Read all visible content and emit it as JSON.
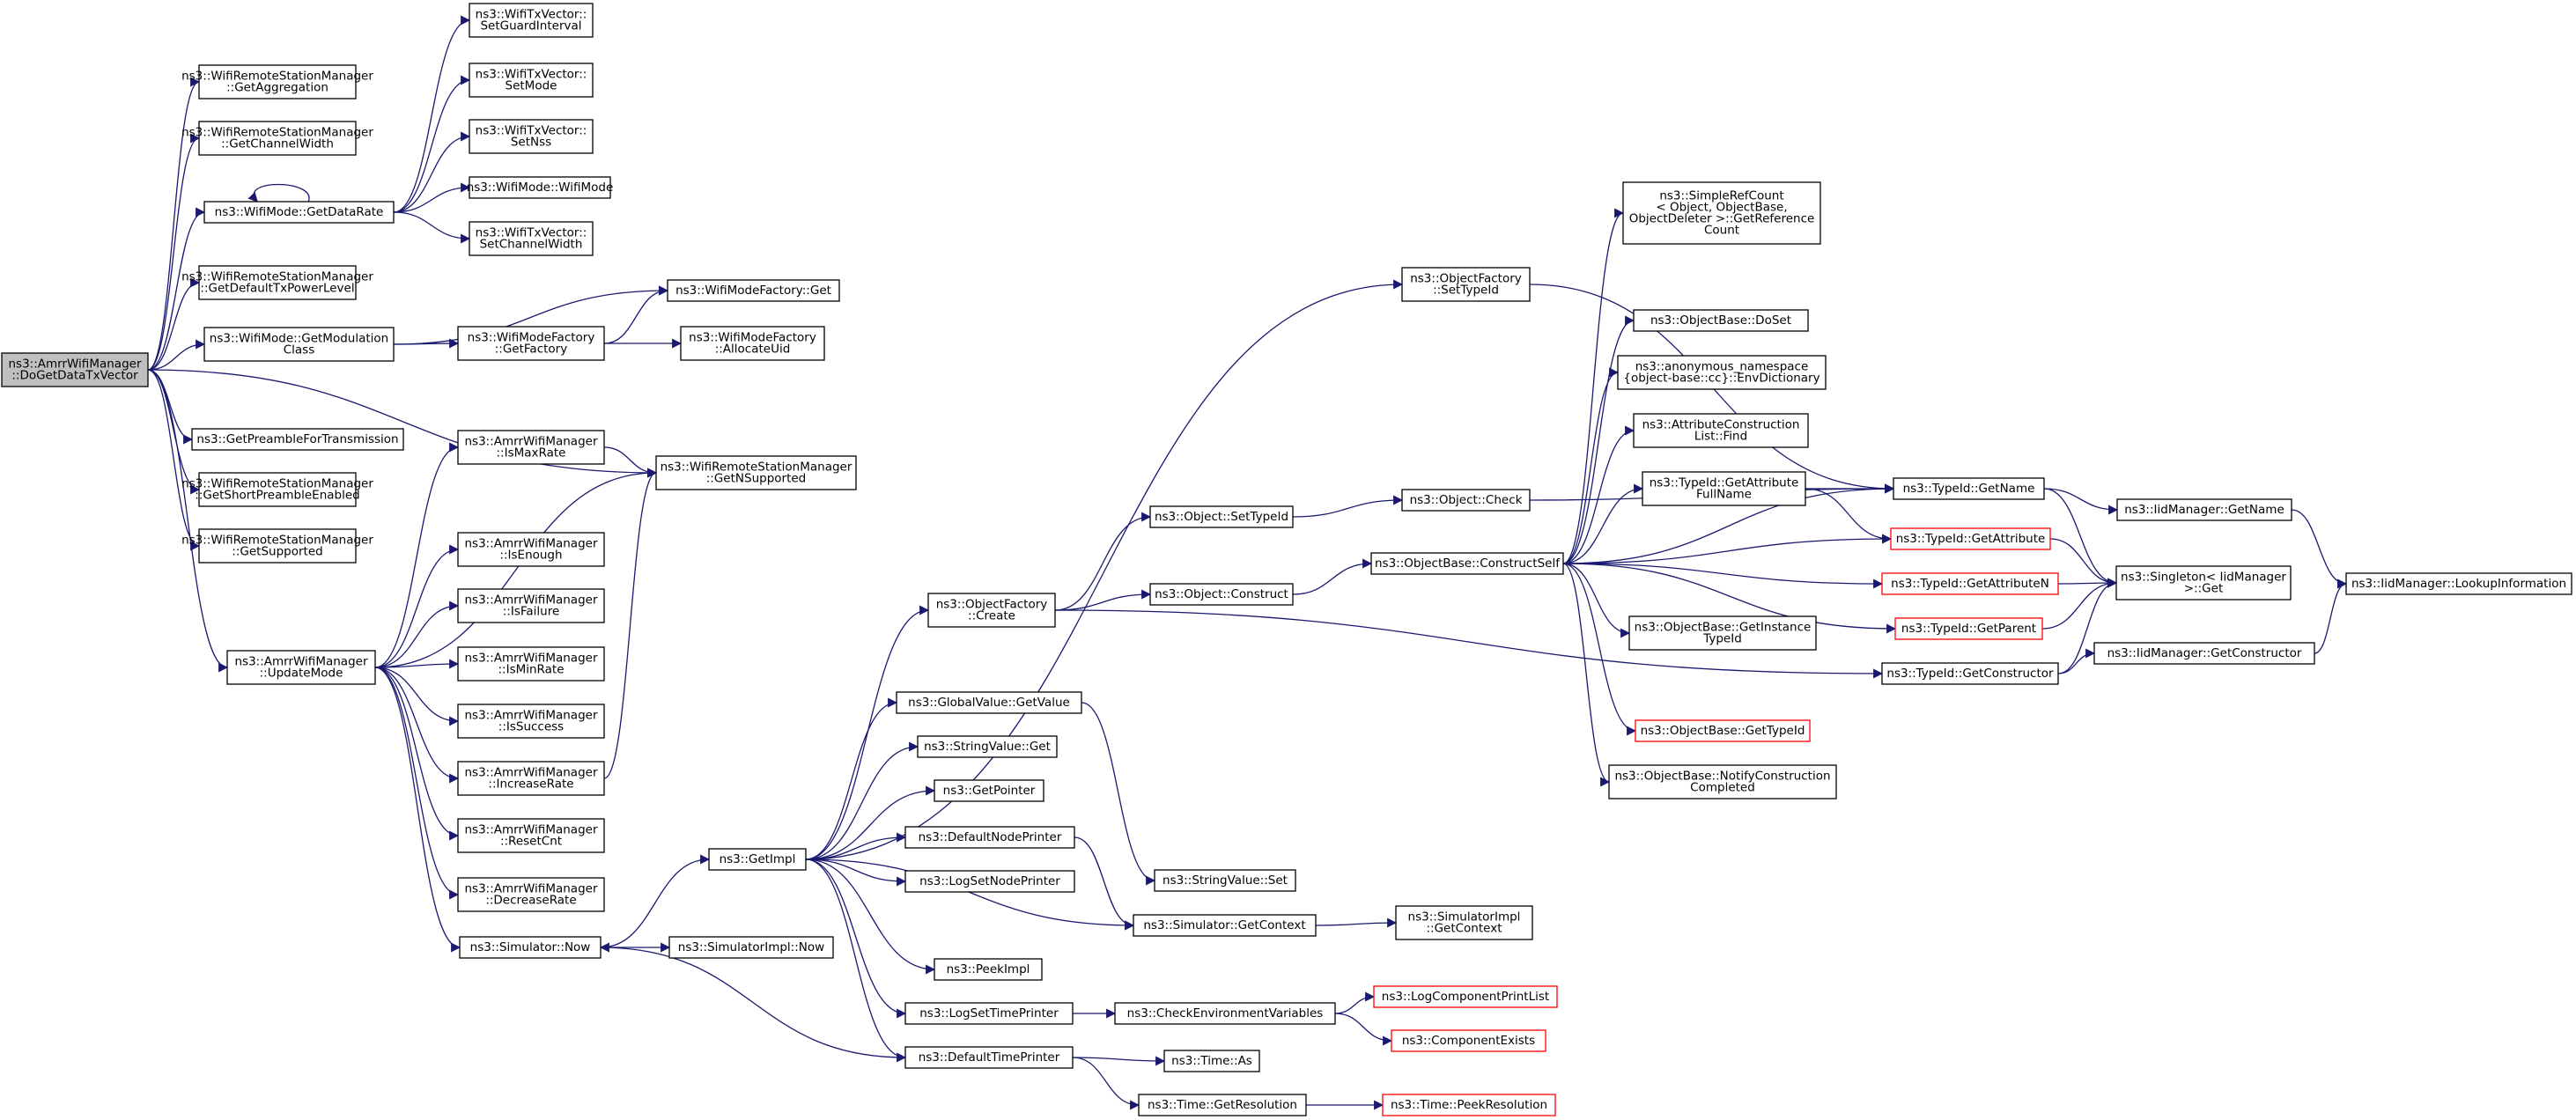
{
  "graph": {
    "colors": {
      "edge": "#191970",
      "node_border": "#000000",
      "node_border_truncated": "#ff0000",
      "root_fill": "#bfbfbf",
      "node_fill": "#ffffff"
    },
    "nodes": [
      {
        "id": "root",
        "lines": [
          "ns3::AmrrWifiManager",
          "::DoGetDataTxVector"
        ],
        "root": true
      },
      {
        "id": "getAggregation",
        "lines": [
          "ns3::WifiRemoteStationManager",
          "::GetAggregation"
        ]
      },
      {
        "id": "getChannelWidth",
        "lines": [
          "ns3::WifiRemoteStationManager",
          "::GetChannelWidth"
        ]
      },
      {
        "id": "getDataRate",
        "lines": [
          "ns3::WifiMode::GetDataRate"
        ]
      },
      {
        "id": "setGuardInterval",
        "lines": [
          "ns3::WifiTxVector::",
          "SetGuardInterval"
        ]
      },
      {
        "id": "setMode",
        "lines": [
          "ns3::WifiTxVector::",
          "SetMode"
        ]
      },
      {
        "id": "setNss",
        "lines": [
          "ns3::WifiTxVector::",
          "SetNss"
        ]
      },
      {
        "id": "wifiModeCtor",
        "lines": [
          "ns3::WifiMode::WifiMode"
        ]
      },
      {
        "id": "setChannelWidth",
        "lines": [
          "ns3::WifiTxVector::",
          "SetChannelWidth"
        ]
      },
      {
        "id": "getDefaultTxPower",
        "lines": [
          "ns3::WifiRemoteStationManager",
          "::GetDefaultTxPowerLevel"
        ]
      },
      {
        "id": "getModulationClass",
        "lines": [
          "ns3::WifiMode::GetModulation",
          "Class"
        ]
      },
      {
        "id": "getFactory",
        "lines": [
          "ns3::WifiModeFactory",
          "::GetFactory"
        ]
      },
      {
        "id": "wmfGet",
        "lines": [
          "ns3::WifiModeFactory::Get"
        ]
      },
      {
        "id": "allocateUid",
        "lines": [
          "ns3::WifiModeFactory",
          "::AllocateUid"
        ]
      },
      {
        "id": "getPreamble",
        "lines": [
          "ns3::GetPreambleForTransmission"
        ]
      },
      {
        "id": "getShortPreamble",
        "lines": [
          "ns3::WifiRemoteStationManager",
          "::GetShortPreambleEnabled"
        ]
      },
      {
        "id": "getSupported",
        "lines": [
          "ns3::WifiRemoteStationManager",
          "::GetSupported"
        ]
      },
      {
        "id": "updateMode",
        "lines": [
          "ns3::AmrrWifiManager",
          "::UpdateMode"
        ]
      },
      {
        "id": "isMaxRate",
        "lines": [
          "ns3::AmrrWifiManager",
          "::IsMaxRate"
        ]
      },
      {
        "id": "getNSupported",
        "lines": [
          "ns3::WifiRemoteStationManager",
          "::GetNSupported"
        ]
      },
      {
        "id": "isEnough",
        "lines": [
          "ns3::AmrrWifiManager",
          "::IsEnough"
        ]
      },
      {
        "id": "isFailure",
        "lines": [
          "ns3::AmrrWifiManager",
          "::IsFailure"
        ]
      },
      {
        "id": "isMinRate",
        "lines": [
          "ns3::AmrrWifiManager",
          "::IsMinRate"
        ]
      },
      {
        "id": "isSuccess",
        "lines": [
          "ns3::AmrrWifiManager",
          "::IsSuccess"
        ]
      },
      {
        "id": "increaseRate",
        "lines": [
          "ns3::AmrrWifiManager",
          "::IncreaseRate"
        ]
      },
      {
        "id": "resetCnt",
        "lines": [
          "ns3::AmrrWifiManager",
          "::ResetCnt"
        ]
      },
      {
        "id": "decreaseRate",
        "lines": [
          "ns3::AmrrWifiManager",
          "::DecreaseRate"
        ]
      },
      {
        "id": "simNow",
        "lines": [
          "ns3::Simulator::Now"
        ]
      },
      {
        "id": "simImplNow",
        "lines": [
          "ns3::SimulatorImpl::Now"
        ]
      },
      {
        "id": "getImpl",
        "lines": [
          "ns3::GetImpl"
        ]
      },
      {
        "id": "ofCreate",
        "lines": [
          "ns3::ObjectFactory",
          "::Create"
        ]
      },
      {
        "id": "gvGetValue",
        "lines": [
          "ns3::GlobalValue::GetValue"
        ]
      },
      {
        "id": "svGet",
        "lines": [
          "ns3::StringValue::Get"
        ]
      },
      {
        "id": "getPointer",
        "lines": [
          "ns3::GetPointer"
        ]
      },
      {
        "id": "defaultNodePrinter",
        "lines": [
          "ns3::DefaultNodePrinter"
        ]
      },
      {
        "id": "logSetNodePrinter",
        "lines": [
          "ns3::LogSetNodePrinter"
        ]
      },
      {
        "id": "peekImpl",
        "lines": [
          "ns3::PeekImpl"
        ]
      },
      {
        "id": "logSetTimePrinter",
        "lines": [
          "ns3::LogSetTimePrinter"
        ]
      },
      {
        "id": "defaultTimePrinter",
        "lines": [
          "ns3::DefaultTimePrinter"
        ]
      },
      {
        "id": "svSet",
        "lines": [
          "ns3::StringValue::Set"
        ]
      },
      {
        "id": "simGetContext",
        "lines": [
          "ns3::Simulator::GetContext"
        ]
      },
      {
        "id": "simImplGetContext",
        "lines": [
          "ns3::SimulatorImpl",
          "::GetContext"
        ]
      },
      {
        "id": "checkEnv",
        "lines": [
          "ns3::CheckEnvironmentVariables"
        ]
      },
      {
        "id": "logCompPrintList",
        "lines": [
          "ns3::LogComponentPrintList"
        ],
        "truncated": true
      },
      {
        "id": "componentExists",
        "lines": [
          "ns3::ComponentExists"
        ],
        "truncated": true
      },
      {
        "id": "timeAs",
        "lines": [
          "ns3::Time::As"
        ]
      },
      {
        "id": "timeGetResolution",
        "lines": [
          "ns3::Time::GetResolution"
        ]
      },
      {
        "id": "timePeekResolution",
        "lines": [
          "ns3::Time::PeekResolution"
        ],
        "truncated": true
      },
      {
        "id": "objSetTypeId",
        "lines": [
          "ns3::Object::SetTypeId"
        ]
      },
      {
        "id": "objConstruct",
        "lines": [
          "ns3::Object::Construct"
        ]
      },
      {
        "id": "ofSetTypeId",
        "lines": [
          "ns3::ObjectFactory",
          "::SetTypeId"
        ]
      },
      {
        "id": "objCheck",
        "lines": [
          "ns3::Object::Check"
        ]
      },
      {
        "id": "constructSelf",
        "lines": [
          "ns3::ObjectBase::ConstructSelf"
        ]
      },
      {
        "id": "srcGetRefCount",
        "lines": [
          "ns3::SimpleRefCount",
          "< Object, ObjectBase,",
          "ObjectDeleter >::GetReference",
          "Count"
        ]
      },
      {
        "id": "obDoSet",
        "lines": [
          "ns3::ObjectBase::DoSet"
        ]
      },
      {
        "id": "envDictionary",
        "lines": [
          "ns3::anonymous_namespace",
          "{object-base::cc}::EnvDictionary"
        ]
      },
      {
        "id": "aclFind",
        "lines": [
          "ns3::AttributeConstruction",
          "List::Find"
        ]
      },
      {
        "id": "getAttrFullName",
        "lines": [
          "ns3::TypeId::GetAttribute",
          "FullName"
        ]
      },
      {
        "id": "tidGetAttribute",
        "lines": [
          "ns3::TypeId::GetAttribute"
        ],
        "truncated": true
      },
      {
        "id": "tidGetAttributeN",
        "lines": [
          "ns3::TypeId::GetAttributeN"
        ],
        "truncated": true
      },
      {
        "id": "obGetInstanceTypeId",
        "lines": [
          "ns3::ObjectBase::GetInstance",
          "TypeId"
        ]
      },
      {
        "id": "obGetTypeId",
        "lines": [
          "ns3::ObjectBase::GetTypeId"
        ],
        "truncated": true
      },
      {
        "id": "obNotify",
        "lines": [
          "ns3::ObjectBase::NotifyConstruction",
          "Completed"
        ]
      },
      {
        "id": "tidGetName",
        "lines": [
          "ns3::TypeId::GetName"
        ]
      },
      {
        "id": "tidGetParent",
        "lines": [
          "ns3::TypeId::GetParent"
        ],
        "truncated": true
      },
      {
        "id": "tidGetConstructor",
        "lines": [
          "ns3::TypeId::GetConstructor"
        ]
      },
      {
        "id": "singletonGet",
        "lines": [
          "ns3::Singleton< IidManager",
          ">::Get"
        ]
      },
      {
        "id": "iidGetName",
        "lines": [
          "ns3::IidManager::GetName"
        ]
      },
      {
        "id": "iidGetConstructor",
        "lines": [
          "ns3::IidManager::GetConstructor"
        ]
      },
      {
        "id": "iidLookup",
        "lines": [
          "ns3::IidManager::LookupInformation"
        ]
      }
    ],
    "edges": [
      [
        "root",
        "getAggregation"
      ],
      [
        "root",
        "getChannelWidth"
      ],
      [
        "root",
        "getDataRate"
      ],
      [
        "root",
        "getDefaultTxPower"
      ],
      [
        "root",
        "getModulationClass"
      ],
      [
        "root",
        "getNSupported"
      ],
      [
        "root",
        "getPreamble"
      ],
      [
        "root",
        "getShortPreamble"
      ],
      [
        "root",
        "getSupported"
      ],
      [
        "root",
        "updateMode"
      ],
      [
        "getDataRate",
        "getDataRate"
      ],
      [
        "getDataRate",
        "setGuardInterval"
      ],
      [
        "getDataRate",
        "setMode"
      ],
      [
        "getDataRate",
        "setNss"
      ],
      [
        "getDataRate",
        "wifiModeCtor"
      ],
      [
        "getDataRate",
        "setChannelWidth"
      ],
      [
        "getModulationClass",
        "wmfGet"
      ],
      [
        "getModulationClass",
        "getFactory"
      ],
      [
        "getFactory",
        "wmfGet"
      ],
      [
        "getFactory",
        "allocateUid"
      ],
      [
        "updateMode",
        "isMaxRate"
      ],
      [
        "updateMode",
        "getNSupported"
      ],
      [
        "updateMode",
        "isEnough"
      ],
      [
        "updateMode",
        "isFailure"
      ],
      [
        "updateMode",
        "isMinRate"
      ],
      [
        "updateMode",
        "isSuccess"
      ],
      [
        "updateMode",
        "increaseRate"
      ],
      [
        "updateMode",
        "resetCnt"
      ],
      [
        "updateMode",
        "decreaseRate"
      ],
      [
        "updateMode",
        "simNow"
      ],
      [
        "isMaxRate",
        "getNSupported"
      ],
      [
        "increaseRate",
        "getNSupported"
      ],
      [
        "simNow",
        "simImplNow"
      ],
      [
        "simNow",
        "getImpl"
      ],
      [
        "getImpl",
        "ofSetTypeId"
      ],
      [
        "getImpl",
        "ofCreate"
      ],
      [
        "getImpl",
        "gvGetValue"
      ],
      [
        "getImpl",
        "svGet"
      ],
      [
        "getImpl",
        "getPointer"
      ],
      [
        "getImpl",
        "defaultNodePrinter"
      ],
      [
        "getImpl",
        "logSetNodePrinter"
      ],
      [
        "getImpl",
        "simGetContext"
      ],
      [
        "getImpl",
        "peekImpl"
      ],
      [
        "getImpl",
        "logSetTimePrinter"
      ],
      [
        "getImpl",
        "defaultTimePrinter"
      ],
      [
        "gvGetValue",
        "svSet"
      ],
      [
        "defaultNodePrinter",
        "simGetContext"
      ],
      [
        "simGetContext",
        "simImplGetContext"
      ],
      [
        "logSetTimePrinter",
        "checkEnv"
      ],
      [
        "checkEnv",
        "logCompPrintList"
      ],
      [
        "checkEnv",
        "componentExists"
      ],
      [
        "defaultTimePrinter",
        "simNow"
      ],
      [
        "defaultTimePrinter",
        "timeAs"
      ],
      [
        "defaultTimePrinter",
        "timeGetResolution"
      ],
      [
        "timeGetResolution",
        "timePeekResolution"
      ],
      [
        "ofCreate",
        "objSetTypeId"
      ],
      [
        "ofCreate",
        "objConstruct"
      ],
      [
        "ofCreate",
        "tidGetConstructor"
      ],
      [
        "objSetTypeId",
        "objCheck"
      ],
      [
        "objCheck",
        "tidGetName"
      ],
      [
        "ofSetTypeId",
        "tidGetName"
      ],
      [
        "objConstruct",
        "constructSelf"
      ],
      [
        "constructSelf",
        "srcGetRefCount"
      ],
      [
        "constructSelf",
        "obDoSet"
      ],
      [
        "constructSelf",
        "envDictionary"
      ],
      [
        "constructSelf",
        "aclFind"
      ],
      [
        "constructSelf",
        "getAttrFullName"
      ],
      [
        "constructSelf",
        "tidGetAttribute"
      ],
      [
        "constructSelf",
        "tidGetAttributeN"
      ],
      [
        "constructSelf",
        "obGetInstanceTypeId"
      ],
      [
        "constructSelf",
        "obGetTypeId"
      ],
      [
        "constructSelf",
        "obNotify"
      ],
      [
        "constructSelf",
        "tidGetName"
      ],
      [
        "constructSelf",
        "tidGetParent"
      ],
      [
        "getAttrFullName",
        "tidGetName"
      ],
      [
        "getAttrFullName",
        "tidGetAttribute"
      ],
      [
        "tidGetName",
        "iidGetName"
      ],
      [
        "tidGetName",
        "singletonGet"
      ],
      [
        "tidGetAttribute",
        "singletonGet"
      ],
      [
        "tidGetAttributeN",
        "singletonGet"
      ],
      [
        "tidGetParent",
        "singletonGet"
      ],
      [
        "tidGetConstructor",
        "singletonGet"
      ],
      [
        "tidGetConstructor",
        "iidGetConstructor"
      ],
      [
        "iidGetName",
        "iidLookup"
      ],
      [
        "iidGetConstructor",
        "iidLookup"
      ]
    ]
  }
}
